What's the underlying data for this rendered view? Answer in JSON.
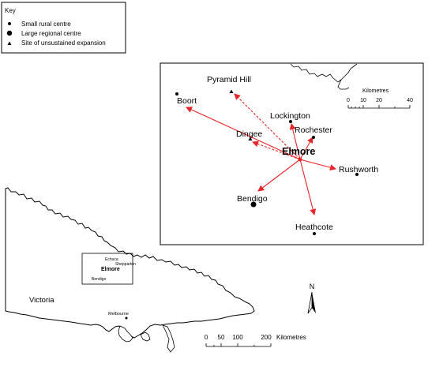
{
  "key": {
    "title": "Key",
    "items": [
      {
        "symbol": "small-dot",
        "label": "Small rural centre"
      },
      {
        "symbol": "large-dot",
        "label": "Large regional centre"
      },
      {
        "symbol": "triangle",
        "label": "Site of unsustained expansion"
      }
    ]
  },
  "inset": {
    "scale_title": "Kilometres",
    "scale_ticks": [
      "0",
      "10",
      "20",
      "40"
    ],
    "places": {
      "pyramid_hill": "Pyramid Hill",
      "boort": "Boort",
      "lockington": "Lockington",
      "rochester": "Rochester",
      "dingee": "Dingee",
      "elmore": "Elmore",
      "rushworth": "Rushworth",
      "bendigo": "Bendigo",
      "heathcote": "Heathcote"
    },
    "arrow_color": "#e8262a"
  },
  "overview": {
    "state_label": "Victoria",
    "box_labels": {
      "echuca": "Echuca",
      "shepparton": "Shepparton",
      "elmore": "Elmore",
      "bendigo": "Bendigo"
    },
    "melbourne": "Melbourne",
    "north": "N",
    "scale_ticks": [
      "0",
      "50",
      "100",
      "200"
    ],
    "scale_unit": "Kilometres"
  }
}
